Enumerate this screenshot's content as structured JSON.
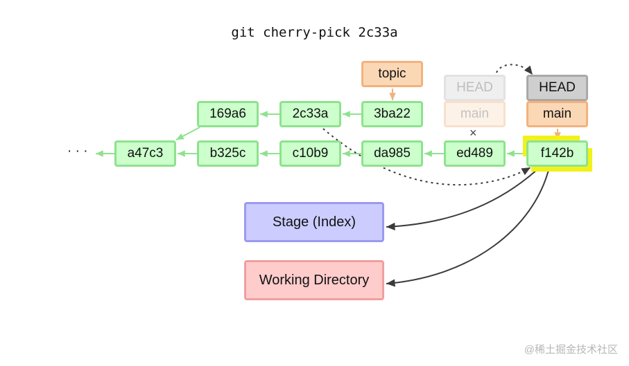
{
  "title": "git cherry-pick 2c33a",
  "ellipsis": "· · ·",
  "commits": {
    "a47c3": "a47c3",
    "b325c": "b325c",
    "c10b9": "c10b9",
    "da985": "da985",
    "ed489": "ed489",
    "f142b": "f142b",
    "169a6": "169a6",
    "2c33a": "2c33a",
    "3ba22": "3ba22"
  },
  "refs": {
    "topic": "topic",
    "main_old": "main",
    "head_old": "HEAD",
    "main_new": "main",
    "head_new": "HEAD"
  },
  "moved_marker": "×",
  "areas": {
    "stage": "Stage (Index)",
    "working_directory": "Working Directory"
  },
  "watermark": "@稀土掘金技术社区",
  "colors": {
    "commit_fill": "#ccffcc",
    "commit_border": "#8ee28e",
    "ref_fill": "#fbd8b5",
    "ref_border": "#f2b27d",
    "head_fill": "#cfcfcf",
    "stage_fill": "#ccccff",
    "workdir_fill": "#ffcccc",
    "highlight": "#f2f21a"
  }
}
